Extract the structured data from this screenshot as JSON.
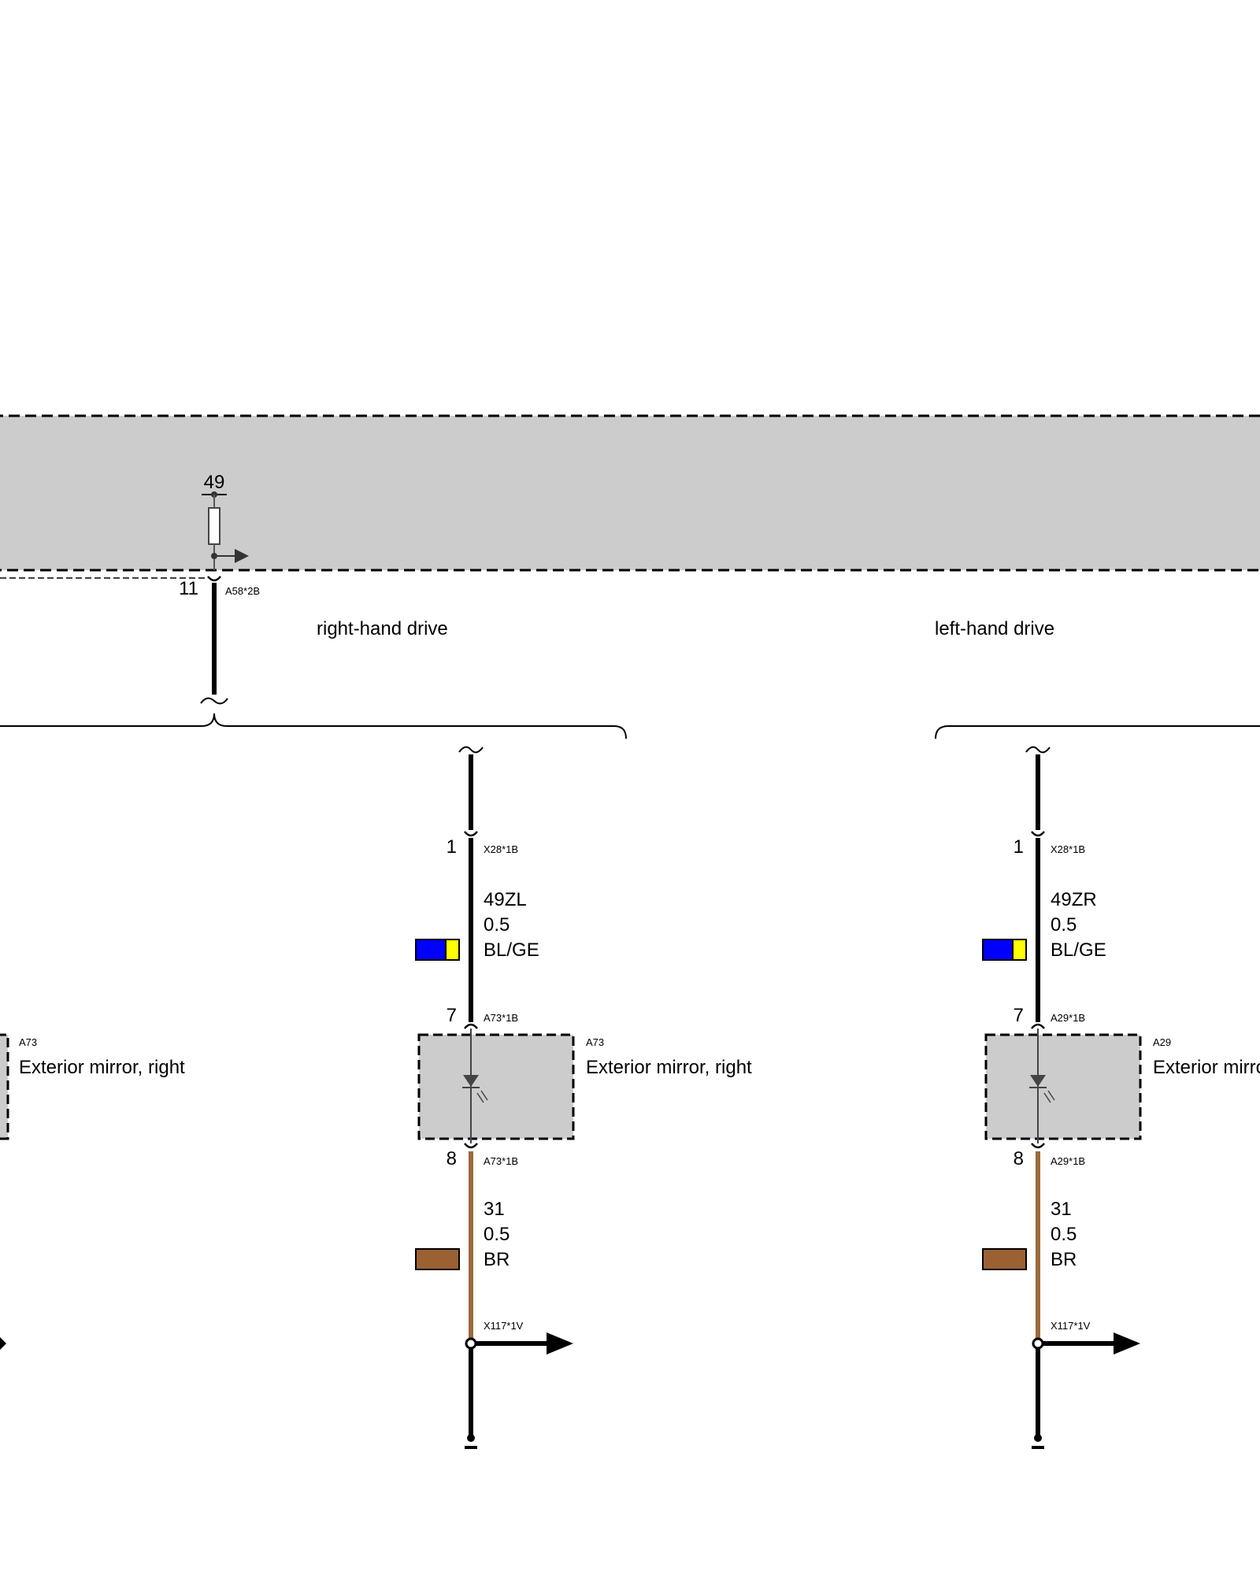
{
  "module": {
    "pin_number": "49",
    "output_pin": "11",
    "connector": "A58*2B"
  },
  "drive_labels": {
    "right": "right-hand drive",
    "left": "left-hand drive"
  },
  "colors": {
    "module_fill": "#cccccc",
    "wire_black": "#000000",
    "wire_brown": "#9b6a3a",
    "swatch_blue": "#0000ff",
    "swatch_yellow": "#ffff00",
    "swatch_brown": "#9b6133"
  },
  "circuits": [
    {
      "pin_top": "1",
      "connector_top": "X28*1B",
      "wire_id": "49ZL",
      "wire_size": "0.5",
      "wire_color": "BL/GE",
      "pin_in": "7",
      "connector_in": "A73*1B",
      "component_code": "A73",
      "component_name": "Exterior mirror, right",
      "pin_out": "8",
      "connector_out": "A73*1B",
      "ground_id": "31",
      "ground_size": "0.5",
      "ground_color": "BR",
      "splice": "X117*1V"
    },
    {
      "pin_top": "1",
      "connector_top": "X28*1B",
      "wire_id": "49ZR",
      "wire_size": "0.5",
      "wire_color": "BL/GE",
      "pin_in": "7",
      "connector_in": "A29*1B",
      "component_code": "A29",
      "component_name": "Exterior mirror, left",
      "pin_out": "8",
      "connector_out": "A29*1B",
      "ground_id": "31",
      "ground_size": "0.5",
      "ground_color": "BR",
      "splice": "X117*1V"
    }
  ],
  "partial_left": {
    "component_code": "A73",
    "component_name": "Exterior mirror, right"
  }
}
